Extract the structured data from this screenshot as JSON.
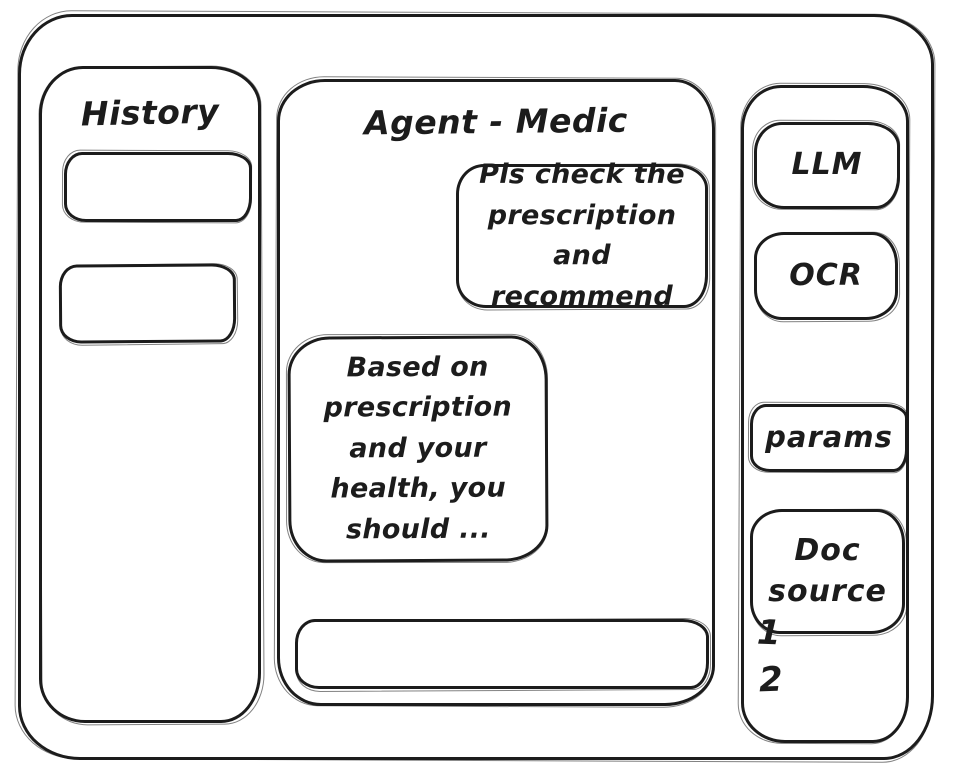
{
  "app": {
    "colors": {
      "ink": "#1c1c1c",
      "background": "#ffffff"
    }
  },
  "history": {
    "title": "History",
    "items": [
      "",
      ""
    ]
  },
  "chat": {
    "title": "Agent - Medic",
    "messages": [
      {
        "role": "user",
        "text": "Pls check the prescription and recommend"
      },
      {
        "role": "assistant",
        "text": "Based on prescription and your health, you should ..."
      }
    ],
    "input": {
      "value": "",
      "placeholder": ""
    }
  },
  "tools": {
    "buttons": [
      "LLM",
      "OCR",
      "params",
      "Doc source"
    ],
    "doc_sources": [
      "1",
      "2"
    ]
  }
}
